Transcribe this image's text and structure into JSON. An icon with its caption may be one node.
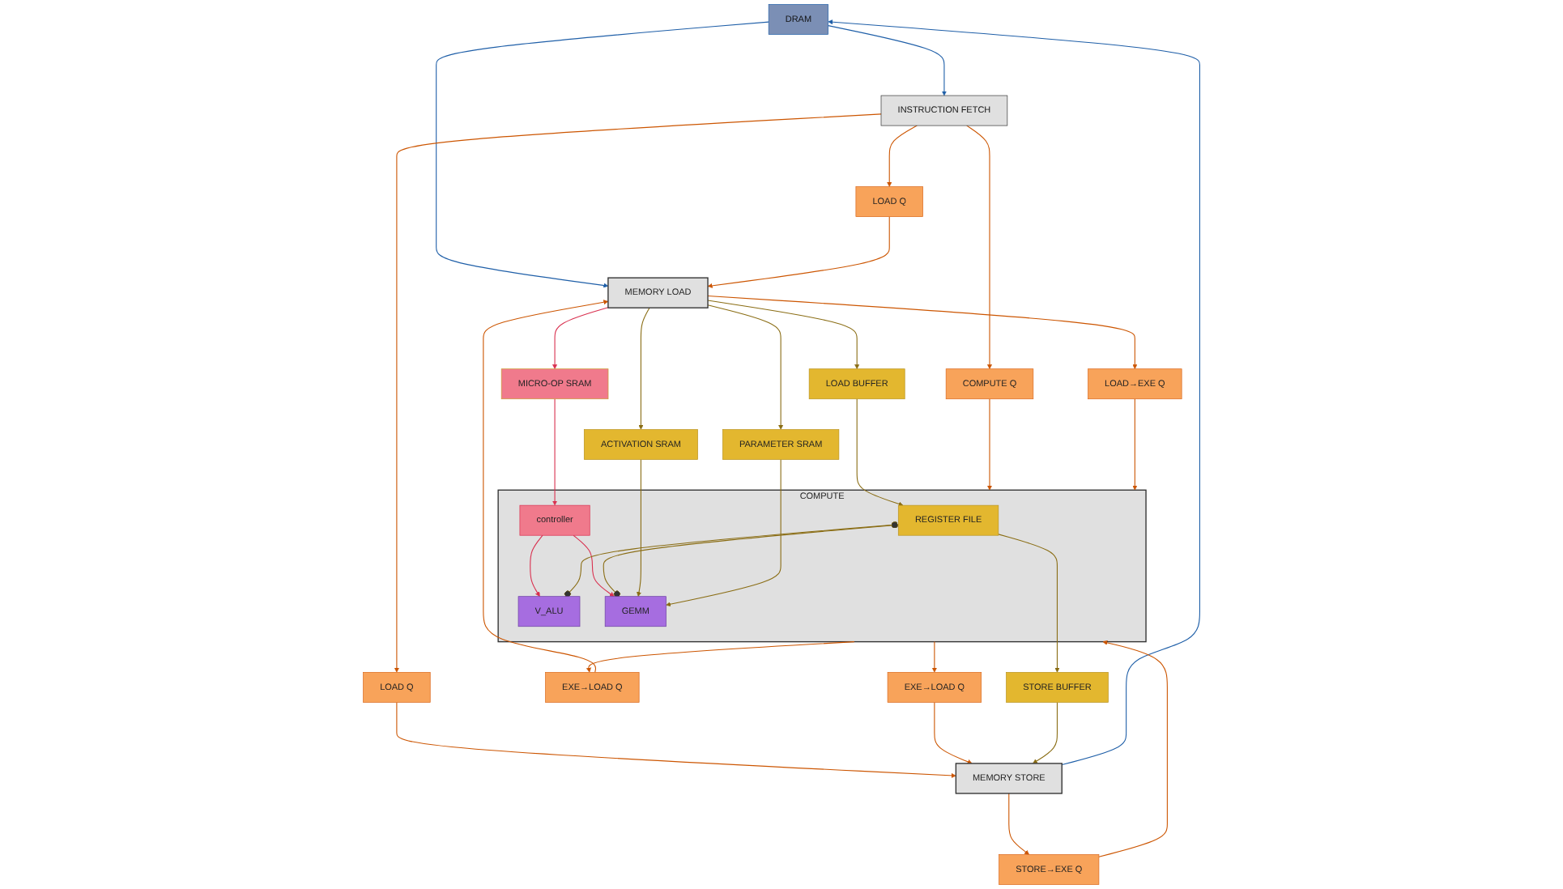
{
  "diagram": {
    "nodes": [
      {
        "text": [
          "DRAM"
        ]
      },
      {
        "text": [
          "INSTRUCTION FETCH"
        ]
      },
      {
        "text": [
          "LOAD Q"
        ]
      },
      {
        "text": [
          "COMPUTE Q"
        ]
      },
      {
        "text": [
          "LOAD Q"
        ]
      },
      {
        "text": [
          "MEMORY LOAD"
        ]
      },
      {
        "text": [
          "COMPUTE"
        ]
      },
      {
        "text": [
          "REGISTER FILE"
        ],
        "in": 6
      },
      {
        "text": [
          "controller"
        ],
        "in": 6
      },
      {
        "text": [
          "V_ALU"
        ],
        "in": 6
      },
      {
        "text": [
          "GEMM"
        ],
        "in": 6
      },
      {
        "text": [
          "MEMORY STORE"
        ]
      },
      {
        "text": [
          "LOAD→EXE Q"
        ]
      },
      {
        "text": [
          "EXE→LOAD Q"
        ]
      },
      {
        "text": [
          "EXE→LOAD Q"
        ]
      },
      {
        "text": [
          "STORE→EXE Q"
        ]
      },
      {
        "text": [
          "LOAD BUFFER"
        ]
      },
      {
        "text": [
          "MICRO-OP SRAM"
        ]
      },
      {
        "text": [
          "ACTIVATION SRAM"
        ]
      },
      {
        "text": [
          "PARAMETER SRAM"
        ]
      },
      {
        "text": [
          "STORE BUFFER"
        ]
      }
    ],
    "edges": [
      {
        "from": 0,
        "to": 5,
        "arrow": "to",
        "color": "#1f5fa8"
      },
      {
        "from": 0,
        "to": 1,
        "arrow": "to",
        "color": "#1f5fa8"
      },
      {
        "from": 11,
        "to": 0,
        "arrow": "to",
        "color": "#1f5fa8"
      },
      {
        "from": 1,
        "to": 2,
        "arrow": "to"
      },
      {
        "from": 1,
        "to": 3,
        "arrow": "to"
      },
      {
        "from": 1,
        "to": 4,
        "arrow": "to"
      },
      {
        "from": 2,
        "to": 5,
        "arrow": "to"
      },
      {
        "from": 3,
        "to": 6,
        "arrow": "to"
      },
      {
        "from": 4,
        "to": 11,
        "arrow": "to"
      },
      {
        "from": 5,
        "to": 12,
        "arrow": "to"
      },
      {
        "from": 12,
        "to": 6,
        "arrow": "to"
      },
      {
        "from": 6,
        "to": 13,
        "arrow": "to"
      },
      {
        "from": 13,
        "to": 5,
        "arrow": "to"
      },
      {
        "from": 6,
        "to": 14,
        "arrow": "to"
      },
      {
        "from": 14,
        "to": 11,
        "arrow": "to"
      },
      {
        "from": 11,
        "to": 15,
        "arrow": "to"
      },
      {
        "from": 15,
        "to": 6,
        "arrow": "to"
      },
      {
        "from": 5,
        "to": 16,
        "arrow": "to",
        "color": "#8a6d14"
      },
      {
        "from": 16,
        "to": 7,
        "arrow": "to",
        "color": "#8a6d14"
      },
      {
        "from": 5,
        "to": 17,
        "arrow": "to",
        "color": "#d9304f"
      },
      {
        "from": 17,
        "to": 8,
        "arrow": "to",
        "color": "#d9304f"
      },
      {
        "from": 8,
        "to": 9,
        "arrow": "to",
        "color": "#d9304f"
      },
      {
        "from": 8,
        "to": 10,
        "arrow": "to",
        "color": "#d9304f"
      },
      {
        "from": 7,
        "to": 9,
        "arrow": "other",
        "color": "#8a6d14"
      },
      {
        "from": 7,
        "to": 10,
        "arrow": "other",
        "color": "#8a6d14"
      },
      {
        "from": 5,
        "to": 18,
        "arrow": "to",
        "color": "#8a6d14"
      },
      {
        "from": 18,
        "to": 10,
        "arrow": "to",
        "color": "#8a6d14"
      },
      {
        "from": 5,
        "to": 19,
        "arrow": "to",
        "color": "#8a6d14"
      },
      {
        "from": 19,
        "to": 10,
        "arrow": "to",
        "color": "#8a6d14"
      },
      {
        "from": 7,
        "to": 20,
        "arrow": "to",
        "color": "#8a6d14"
      },
      {
        "from": 20,
        "to": 11,
        "arrow": "to",
        "color": "#8a6d14"
      }
    ]
  }
}
